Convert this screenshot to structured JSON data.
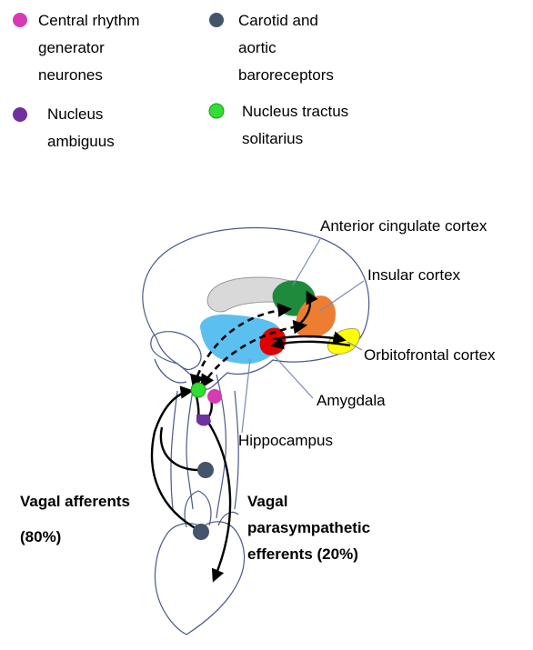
{
  "legend": [
    {
      "label_lines": [
        "Central rhythm",
        "generator",
        "neurones"
      ],
      "color": "#d63bb3"
    },
    {
      "label_lines": [
        "Carotid and",
        "aortic",
        "baroreceptors"
      ],
      "color": "#44546a"
    },
    {
      "label_lines": [
        "Nucleus",
        "ambiguus"
      ],
      "color": "#7030a0"
    },
    {
      "label_lines": [
        "Nucleus tractus",
        "solitarius"
      ],
      "color": "#33dd33"
    }
  ],
  "labels": {
    "anterior_cingulate": "Anterior cingulate cortex",
    "insular": "Insular cortex",
    "orbitofrontal": "Orbitofrontal cortex",
    "amygdala": "Amygdala",
    "hippocampus": "Hippocampus",
    "vagal_afferents": "Vagal afferents",
    "vagal_afferents_pct": "(80%)",
    "vagal_efferents_lines": [
      "Vagal",
      "parasympathetic",
      "efferents (20%)"
    ]
  },
  "colors": {
    "cingulate": "#1e8a3c",
    "insula": "#ed7d31",
    "orbitofrontal": "#ffff00",
    "amygdala": "#e00000",
    "hippocampus": "#5bc0f0",
    "corpus_callosum": "#d9d9d9",
    "outline": "#4a5a8a"
  }
}
